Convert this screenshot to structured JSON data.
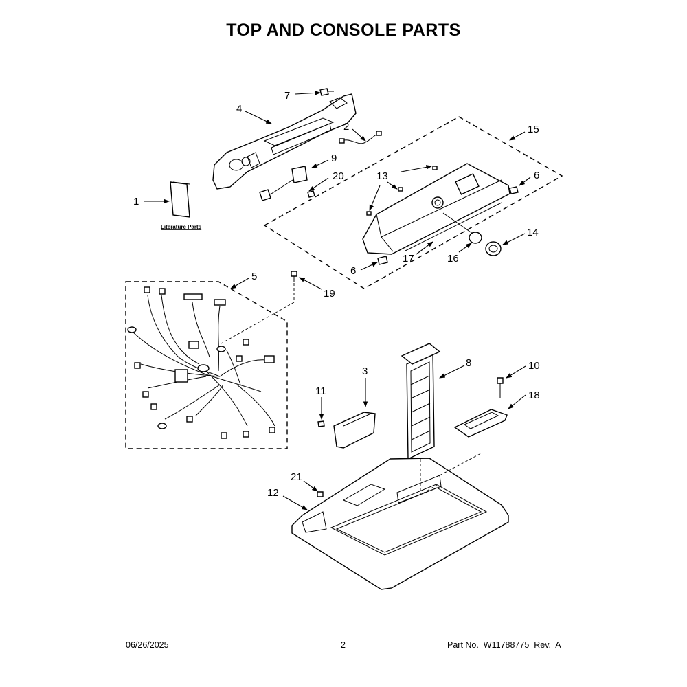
{
  "title": "TOP AND CONSOLE PARTS",
  "literature_label": "Literature Parts",
  "callouts": {
    "c1": "1",
    "c2": "2",
    "c3": "3",
    "c4": "4",
    "c5": "5",
    "c6a": "6",
    "c6b": "6",
    "c7": "7",
    "c8": "8",
    "c9": "9",
    "c10": "10",
    "c11": "11",
    "c12": "12",
    "c13": "13",
    "c14": "14",
    "c15": "15",
    "c16": "16",
    "c17": "17",
    "c18": "18",
    "c19": "19",
    "c20": "20",
    "c21": "21"
  },
  "footer": {
    "date": "06/26/2025",
    "page": "2",
    "part_number": "Part No.  W11788775  Rev.  A"
  }
}
